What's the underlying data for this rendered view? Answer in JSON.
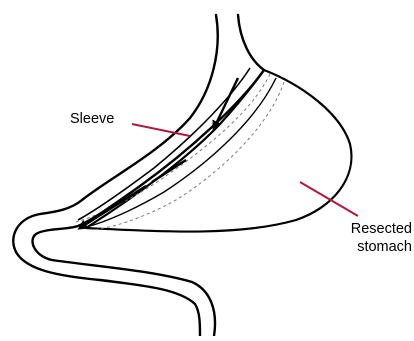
{
  "labels": {
    "sleeve": "Sleeve",
    "resected_line1": "Resected",
    "resected_line2": "stomach"
  },
  "colors": {
    "outline": "#000000",
    "leader_line": "#b0183e",
    "staple_line": "#7a7a7a",
    "background": "#ffffff"
  }
}
